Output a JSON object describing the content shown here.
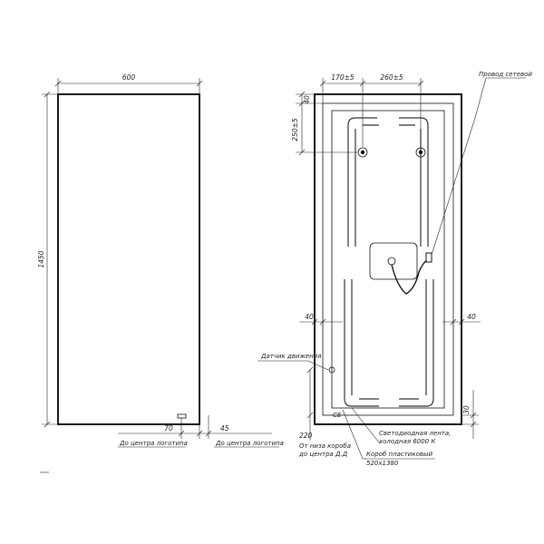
{
  "front_view": {
    "width_label": "600",
    "height_label": "1450",
    "offset_left_label": "70",
    "offset_left_caption": "До центра логотипа",
    "offset_right_label": "45",
    "offset_right_caption": "До центра логотипа"
  },
  "back_view": {
    "dim_left_top": "170±5",
    "dim_right_top": "260±5",
    "dim_top_40": "40",
    "dim_vertical_250": "250±5",
    "dim_side_left": "40",
    "dim_side_right": "40",
    "dim_bottom_30": "30",
    "dim_bottom_220": "220",
    "label_power_cable": "Провод сетевой",
    "label_motion_sensor": "Датчик движения",
    "label_led_line1": "Светодиодная лента,",
    "label_led_line2": "холодная 6000 К",
    "label_box_line1": "Короб пластиковый",
    "label_box_line2": "520х1380",
    "label_sensor_from_line1": "От низа короба",
    "label_sensor_from_line2": "до центра Д.Д",
    "ce_mark": "СЕ"
  }
}
